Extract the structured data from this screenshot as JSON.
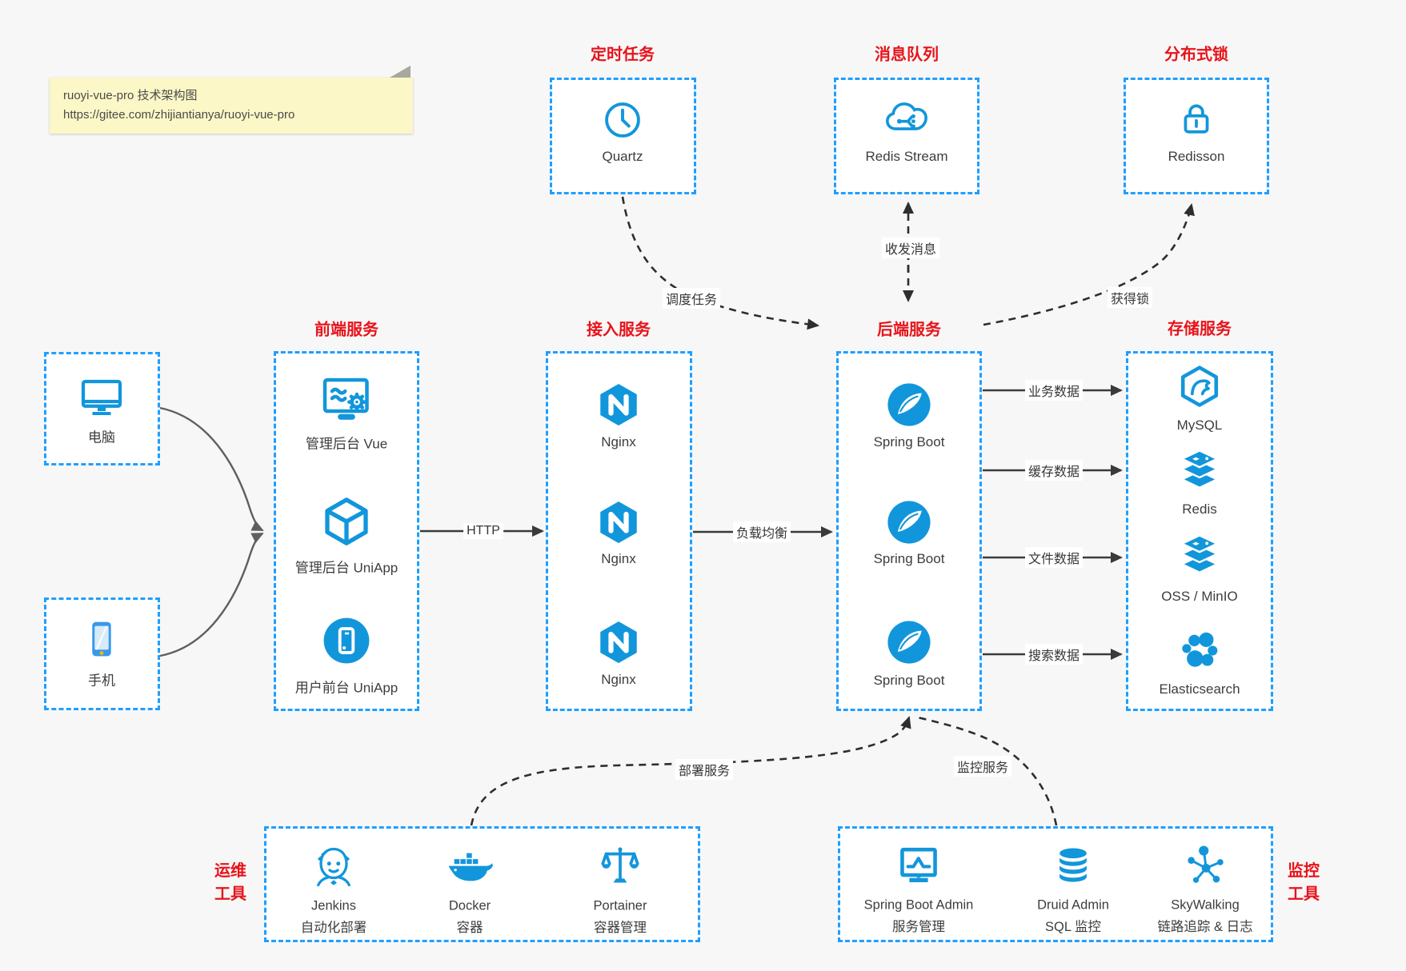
{
  "colors": {
    "box_border_blue": "#1e9fff",
    "icon_blue": "#1296db",
    "title_red": "#e8131a",
    "arrow_dark": "#3a3a3a",
    "note_bg": "#fbf7c6",
    "page_bg": "#f7f7f7"
  },
  "note": {
    "line1": "ruoyi-vue-pro 技术架构图",
    "line2": "https://gitee.com/zhijiantianya/ruoyi-vue-pro"
  },
  "scheduler": {
    "title": "定时任务",
    "item": "Quartz"
  },
  "queue": {
    "title": "消息队列",
    "item": "Redis Stream"
  },
  "dlock": {
    "title": "分布式锁",
    "item": "Redisson"
  },
  "clients": [
    {
      "label": "电脑"
    },
    {
      "label": "手机"
    }
  ],
  "frontend": {
    "title": "前端服务",
    "items": [
      {
        "label": "管理后台 Vue"
      },
      {
        "label": "管理后台 UniApp"
      },
      {
        "label": "用户前台 UniApp"
      }
    ]
  },
  "gateway": {
    "title": "接入服务",
    "items": [
      {
        "label": "Nginx"
      },
      {
        "label": "Nginx"
      },
      {
        "label": "Nginx"
      }
    ]
  },
  "backend": {
    "title": "后端服务",
    "items": [
      {
        "label": "Spring Boot"
      },
      {
        "label": "Spring Boot"
      },
      {
        "label": "Spring Boot"
      }
    ]
  },
  "storage": {
    "title": "存储服务",
    "items": [
      {
        "label": "MySQL"
      },
      {
        "label": "Redis"
      },
      {
        "label": "OSS / MinIO"
      },
      {
        "label": "Elasticsearch"
      }
    ]
  },
  "ops": {
    "title_line1": "运维",
    "title_line2": "工具",
    "items": [
      {
        "name": "Jenkins",
        "desc": "自动化部署"
      },
      {
        "name": "Docker",
        "desc": "容器"
      },
      {
        "name": "Portainer",
        "desc": "容器管理"
      }
    ]
  },
  "monitoring": {
    "title_line1": "监控",
    "title_line2": "工具",
    "items": [
      {
        "name": "Spring Boot Admin",
        "desc": "服务管理"
      },
      {
        "name": "Druid Admin",
        "desc": "SQL 监控"
      },
      {
        "name": "SkyWalking",
        "desc": "链路追踪 & 日志"
      }
    ]
  },
  "edges": {
    "http": "HTTP",
    "load_balance": "负载均衡",
    "biz_data": "业务数据",
    "cache_data": "缓存数据",
    "file_data": "文件数据",
    "search_data": "搜索数据",
    "schedule": "调度任务",
    "message": "收发消息",
    "get_lock": "获得锁",
    "deploy": "部署服务",
    "monitor": "监控服务"
  }
}
